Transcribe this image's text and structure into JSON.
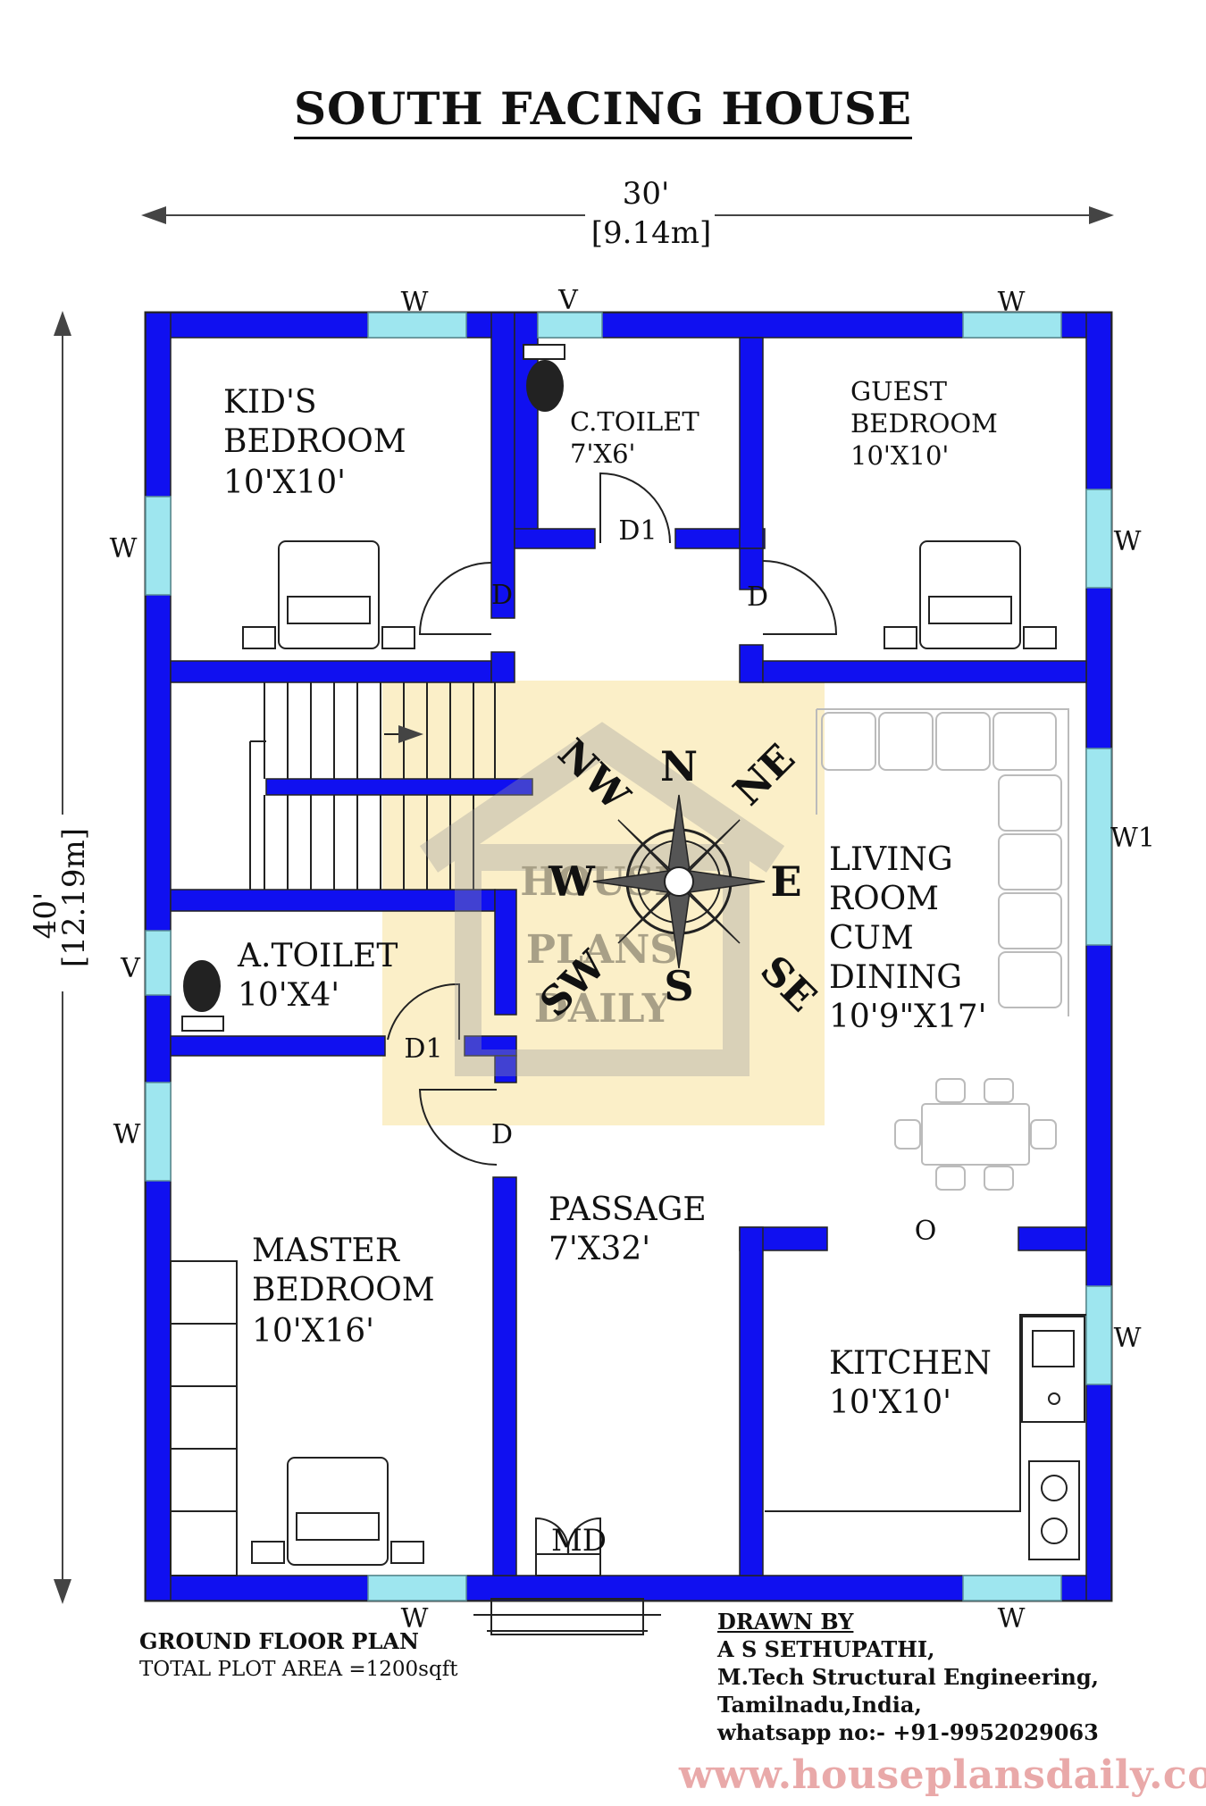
{
  "title": "SOUTH FACING HOUSE",
  "dimensions": {
    "width_ft": "30'",
    "width_m": "[9.14m]",
    "depth_ft": "40'",
    "depth_m": "[12.19m]"
  },
  "rooms": {
    "kids_bedroom": {
      "name_l1": "KID'S",
      "name_l2": "BEDROOM",
      "size": "10'X10'"
    },
    "common_toilet": {
      "name": "C.TOILET",
      "size": "7'X6'"
    },
    "guest_bedroom": {
      "name_l1": "GUEST",
      "name_l2": "BEDROOM",
      "size": "10'X10'"
    },
    "attached_toilet": {
      "name": "A.TOILET",
      "size": "10'X4'"
    },
    "living": {
      "l1": "LIVING",
      "l2": "ROOM",
      "l3": "CUM",
      "l4": "DINING",
      "size": "10'9\"X17'"
    },
    "master_bedroom": {
      "name_l1": "MASTER",
      "name_l2": "BEDROOM",
      "size": "10'X16'"
    },
    "passage": {
      "name": "PASSAGE",
      "size": "7'X32'"
    },
    "kitchen": {
      "name": "KITCHEN",
      "size": "10'X10'"
    }
  },
  "openings": {
    "window": "W",
    "ventilator": "V",
    "door": "D",
    "door1": "D1",
    "window1": "W1",
    "opening": "O",
    "main_door": "MD"
  },
  "compass": {
    "n": "N",
    "s": "S",
    "e": "E",
    "w": "W",
    "ne": "NE",
    "nw": "NW",
    "se": "SE",
    "sw": "SW",
    "color": "#e0201a"
  },
  "watermark": {
    "l1": "HOUSE",
    "l2": "PLANS",
    "l3": "DAILY"
  },
  "footer": {
    "plan_name": "GROUND FLOOR PLAN",
    "plot_area": "TOTAL PLOT AREA =1200sqft"
  },
  "credits": {
    "heading": "DRAWN BY",
    "name": "A S SETHUPATHI,",
    "qualification": "M.Tech Structural Engineering,",
    "location": "Tamilnadu,India,",
    "contact": "whatsapp no:- +91-9952029063"
  },
  "website": "www.houseplansdaily.com",
  "colors": {
    "wall": "#1010f0",
    "window": "#9ee6ef",
    "highlight": "#fbefc8"
  }
}
